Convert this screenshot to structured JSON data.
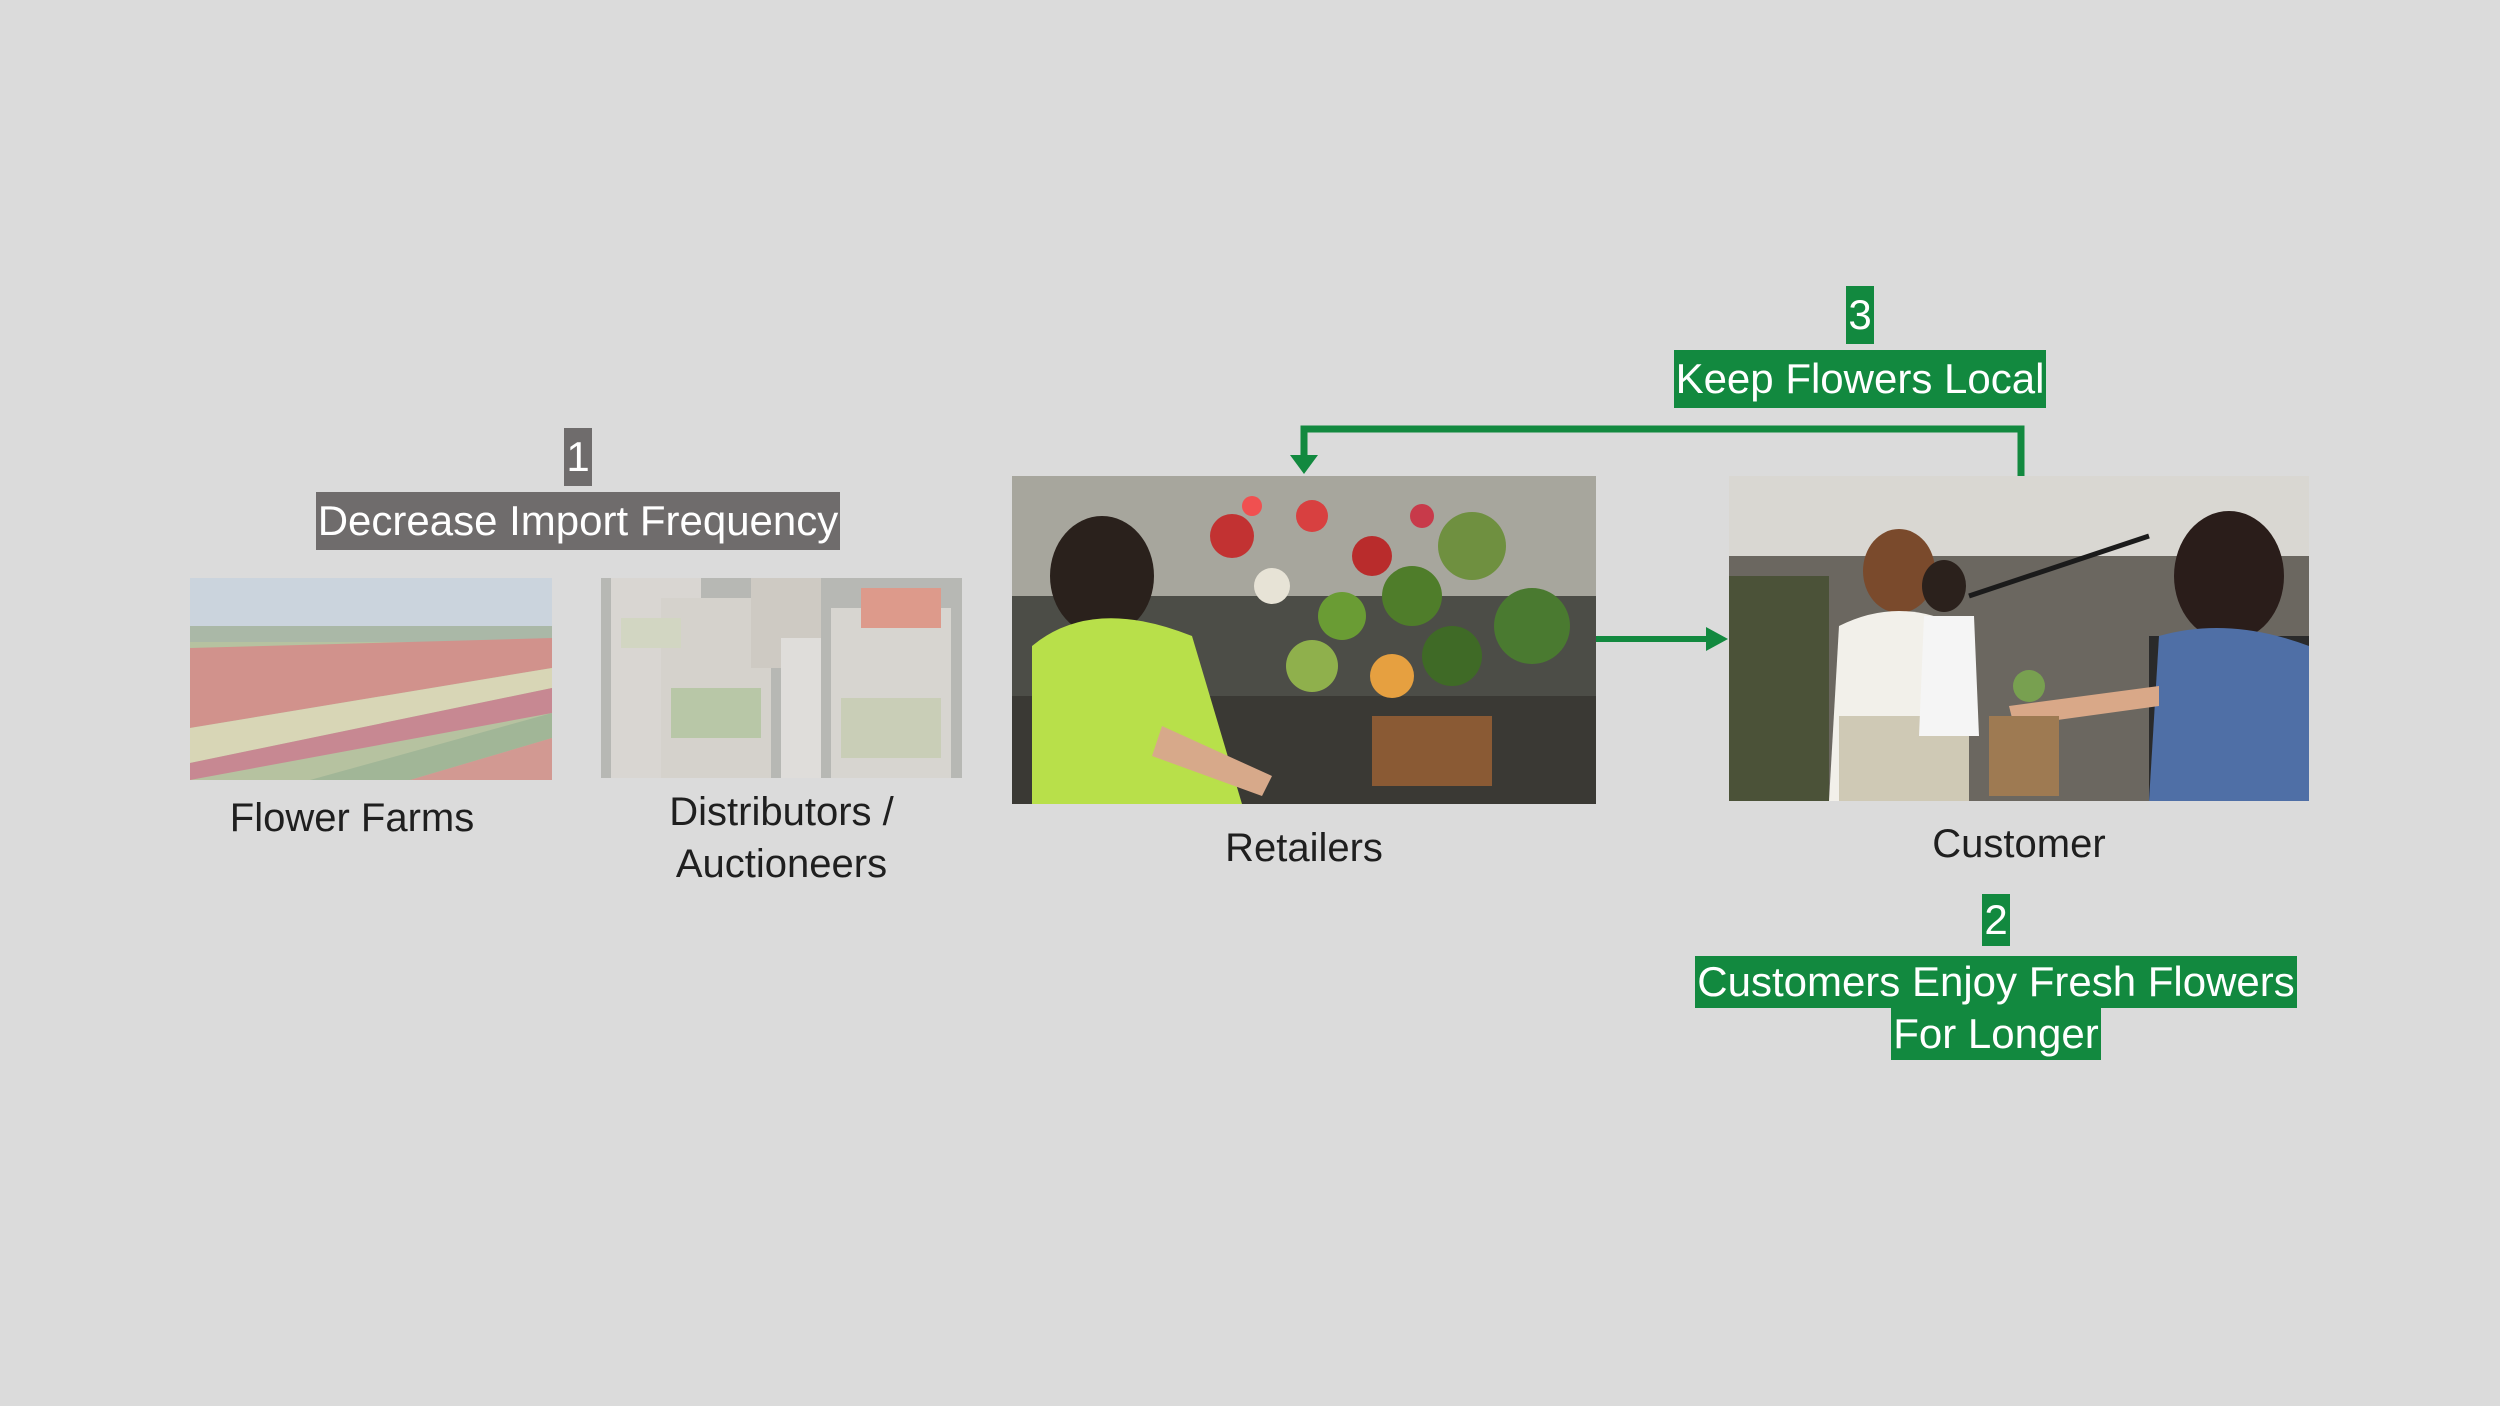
{
  "colors": {
    "background": "#dbdbdb",
    "accent_green": "#12893f",
    "muted_gray": "#6f6c6c"
  },
  "steps": {
    "step1": {
      "number": "1",
      "label": "Decrease Import Frequency"
    },
    "step2": {
      "number": "2",
      "label_line1": "Customers Enjoy Fresh Flowers",
      "label_line2": "For Longer"
    },
    "step3": {
      "number": "3",
      "label": "Keep Flowers Local"
    }
  },
  "nodes": {
    "farms": {
      "label": "Flower Farms"
    },
    "distributors": {
      "label_line1": "Distributors /",
      "label_line2": "Auctioneers"
    },
    "retailers": {
      "label": "Retailers"
    },
    "customer": {
      "label": "Customer"
    }
  }
}
